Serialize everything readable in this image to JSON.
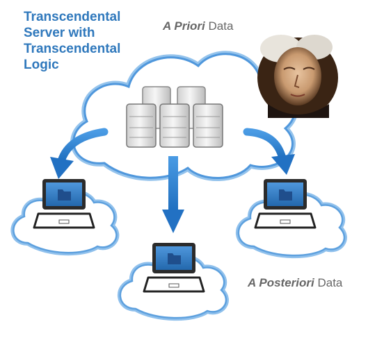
{
  "title_lines": [
    "Transcendental",
    "Server with",
    "Transcendental",
    "Logic"
  ],
  "a_priori": {
    "emphasis": "A Priori",
    "rest": " Data"
  },
  "a_posteriori": {
    "emphasis": "A Posteriori",
    "rest": " Data"
  },
  "colors": {
    "title": "#2f78bc",
    "caption": "#666666",
    "cloud_glow": "#7fb3e6",
    "arrow": "#2e7fd0",
    "laptop_screen": "#2f79c4",
    "folder": "#1f4e8c"
  },
  "icons": [
    "server-icon",
    "laptop-icon",
    "folder-icon",
    "cloud-icon",
    "portrait-icon"
  ]
}
